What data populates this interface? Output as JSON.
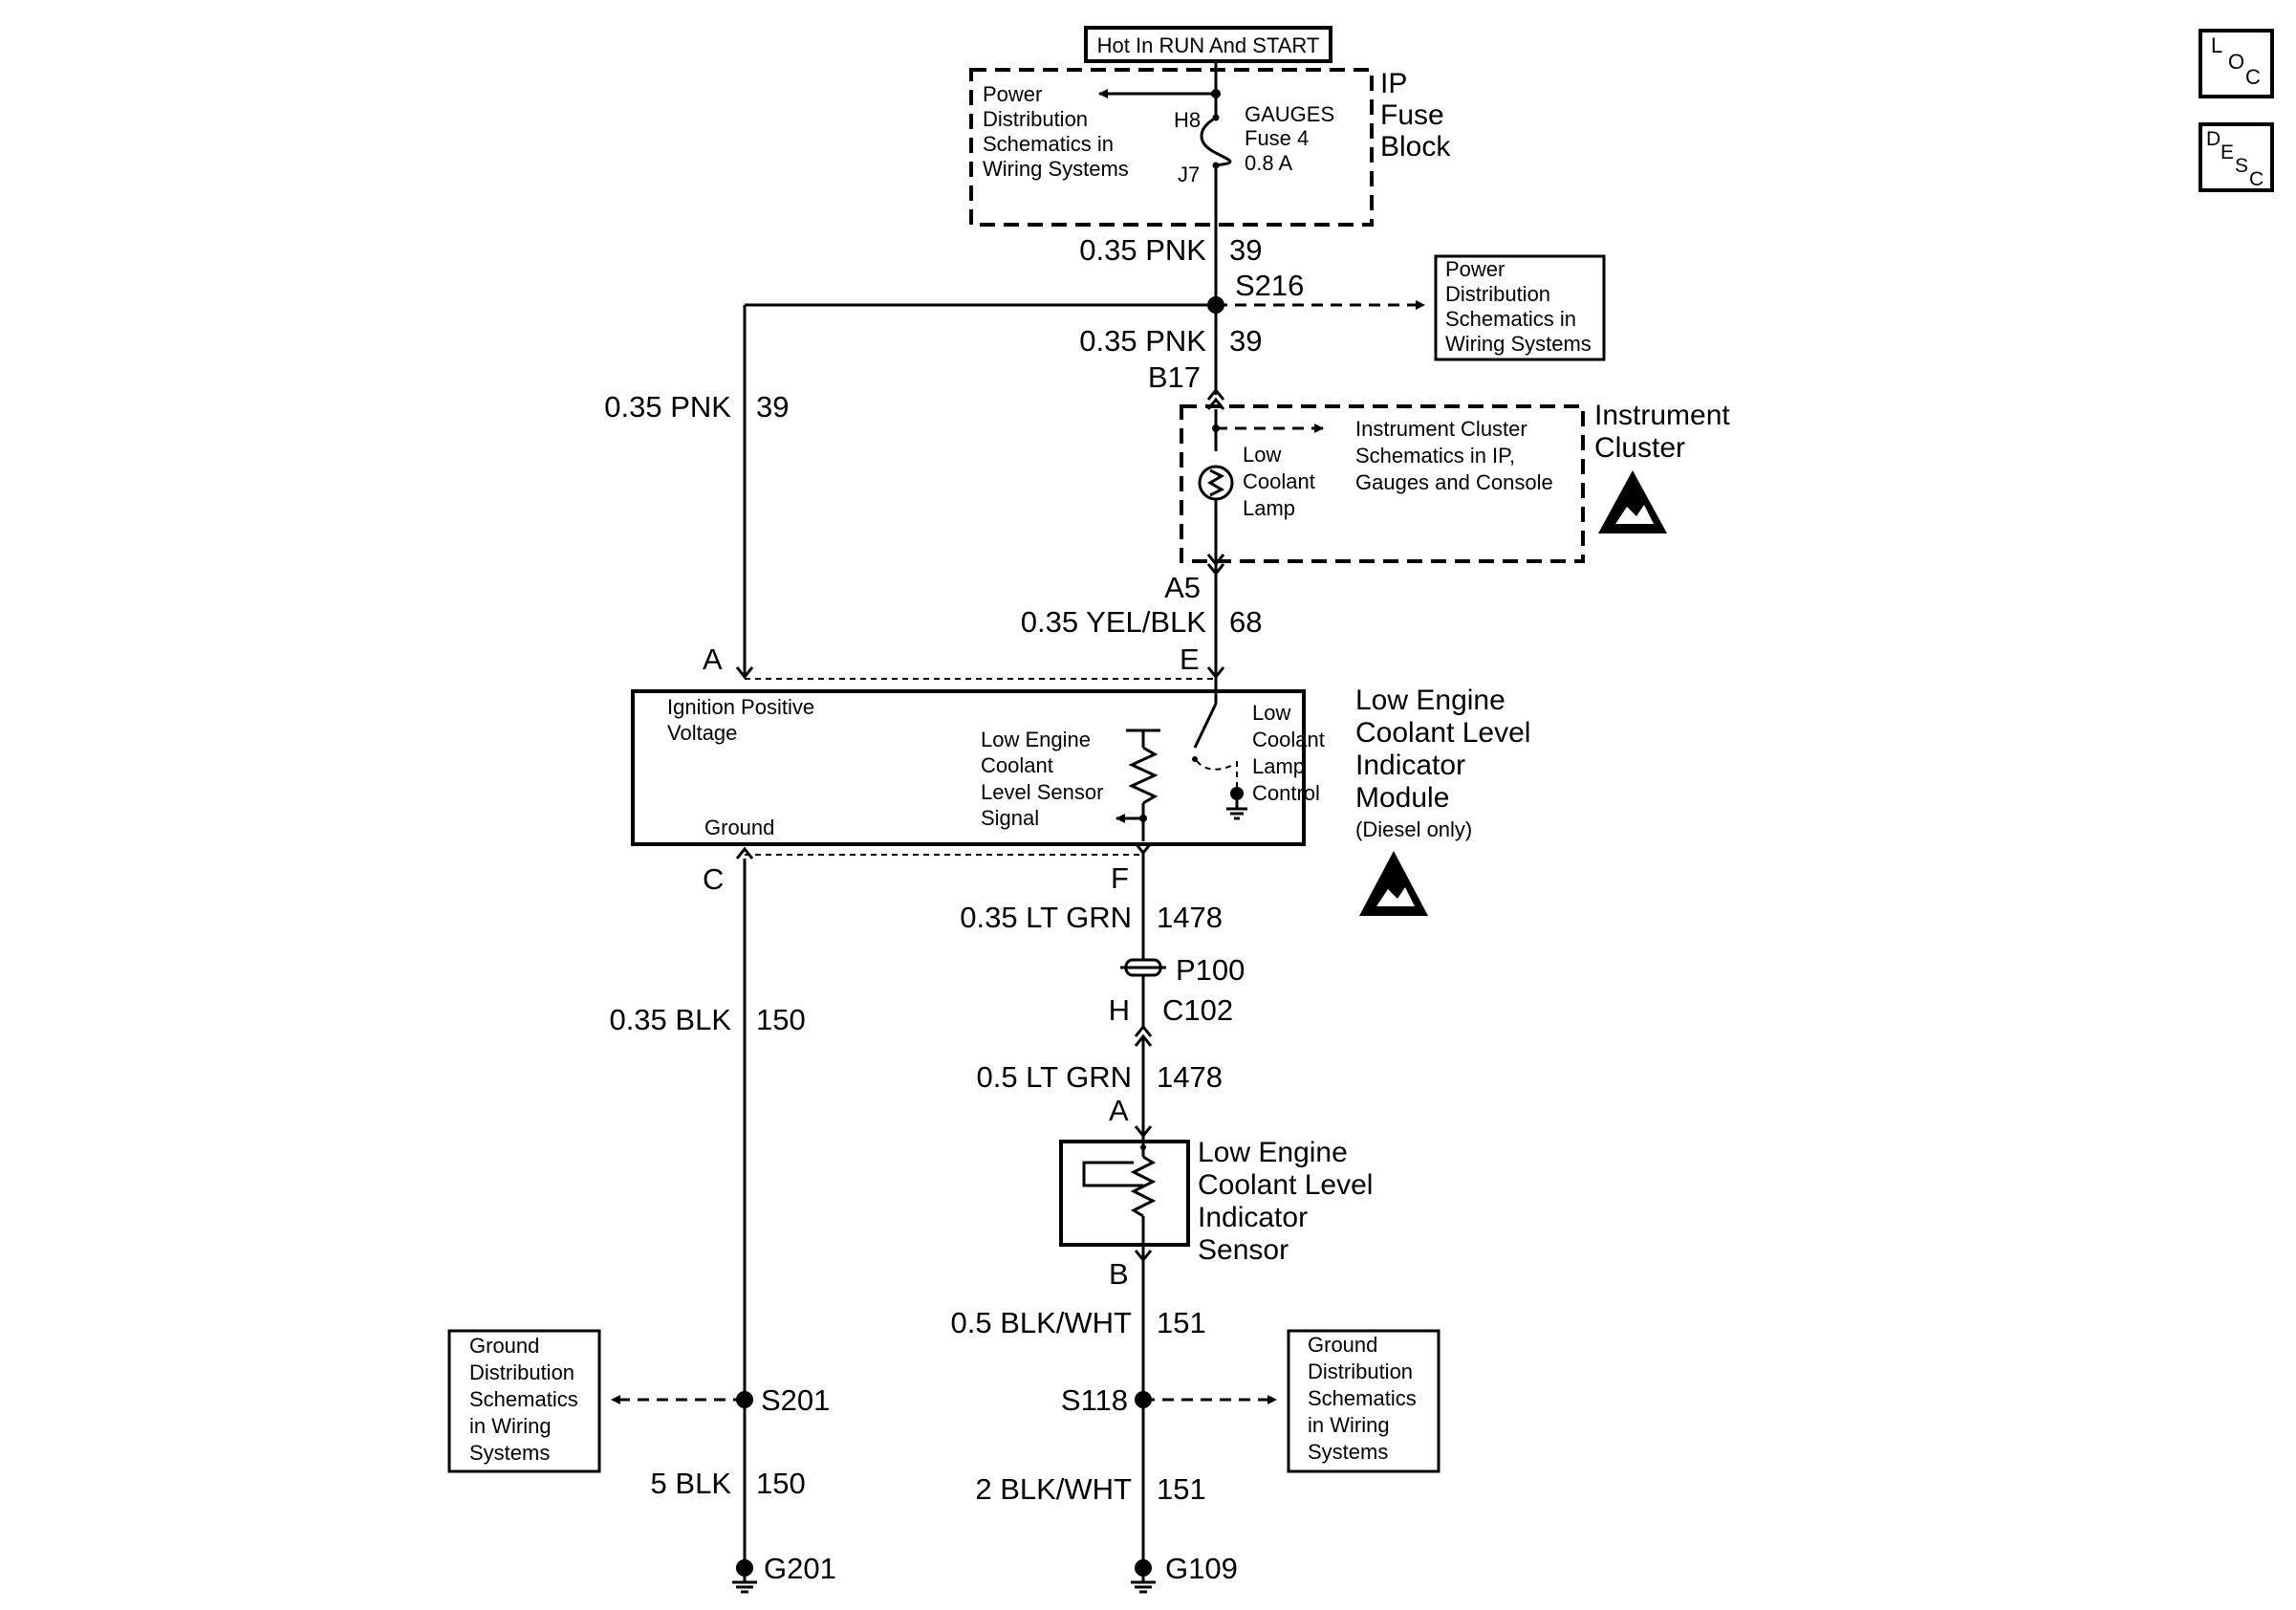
{
  "header": {
    "hot_label": "Hot In RUN And START"
  },
  "corner": {
    "loc": [
      "L",
      "O",
      "C"
    ],
    "desc": [
      "D",
      "E",
      "S",
      "C"
    ]
  },
  "fuse_block": {
    "title": [
      "IP",
      "Fuse",
      "Block"
    ],
    "ref": [
      "Power",
      "Distribution",
      "Schematics in",
      "Wiring Systems"
    ],
    "pin_top": "H8",
    "pin_bottom": "J7",
    "fuse": [
      "GAUGES",
      "Fuse 4",
      "0.8 A"
    ]
  },
  "splice_s216": "S216",
  "power_ref": [
    "Power",
    "Distribution",
    "Schematics in",
    "Wiring Systems"
  ],
  "cluster": {
    "title": [
      "Instrument",
      "Cluster"
    ],
    "pin_top": "B17",
    "pin_bottom": "A5",
    "lamp": [
      "Low",
      "Coolant",
      "Lamp"
    ],
    "ref": [
      "Instrument Cluster",
      "Schematics in IP,",
      "Gauges and Console"
    ]
  },
  "module": {
    "title": [
      "Low Engine",
      "Coolant Level",
      "Indicator",
      "Module"
    ],
    "subtitle": "(Diesel only)",
    "ign": [
      "Ignition Positive",
      "Voltage"
    ],
    "ground": "Ground",
    "sensor_signal": [
      "Low Engine",
      "Coolant",
      "Level Sensor",
      "Signal"
    ],
    "lamp_control": [
      "Low",
      "Coolant",
      "Lamp",
      "Control"
    ],
    "pin_a": "A",
    "pin_e": "E",
    "pin_c": "C",
    "pin_f": "F"
  },
  "wires": {
    "w1": {
      "gauge": "0.35 PNK",
      "circuit": "39"
    },
    "w2": {
      "gauge": "0.35 PNK",
      "circuit": "39"
    },
    "w3": {
      "gauge": "0.35 PNK",
      "circuit": "39"
    },
    "w4": {
      "gauge": "0.35 YEL/BLK",
      "circuit": "68"
    },
    "w5": {
      "gauge": "0.35 LT GRN",
      "circuit": "1478"
    },
    "w6": {
      "gauge": "0.5 LT GRN",
      "circuit": "1478"
    },
    "w7": {
      "gauge": "0.5 BLK/WHT",
      "circuit": "151"
    },
    "w8": {
      "gauge": "2 BLK/WHT",
      "circuit": "151"
    },
    "w9": {
      "gauge": "0.35 BLK",
      "circuit": "150"
    },
    "w10": {
      "gauge": "5 BLK",
      "circuit": "150"
    }
  },
  "p100": "P100",
  "c102": {
    "pin": "H",
    "name": "C102"
  },
  "sensor": {
    "title": [
      "Low Engine",
      "Coolant Level",
      "Indicator",
      "Sensor"
    ],
    "pin_a": "A",
    "pin_b": "B"
  },
  "s201": "S201",
  "s118": "S118",
  "g201": "G201",
  "g109": "G109",
  "ground_ref_left": [
    "Ground",
    "Distribution",
    "Schematics",
    "in Wiring",
    "Systems"
  ],
  "ground_ref_right": [
    "Ground",
    "Distribution",
    "Schematics",
    "in Wiring",
    "Systems"
  ]
}
